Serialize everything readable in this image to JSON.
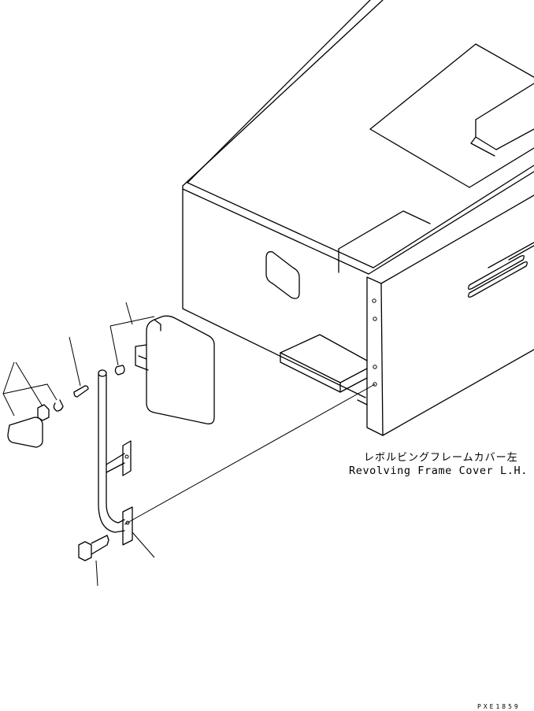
{
  "callout": {
    "japanese": "レボルビングフレームカバー左",
    "english": "Revolving Frame Cover L.H."
  },
  "drawing_code": "PXE1859"
}
